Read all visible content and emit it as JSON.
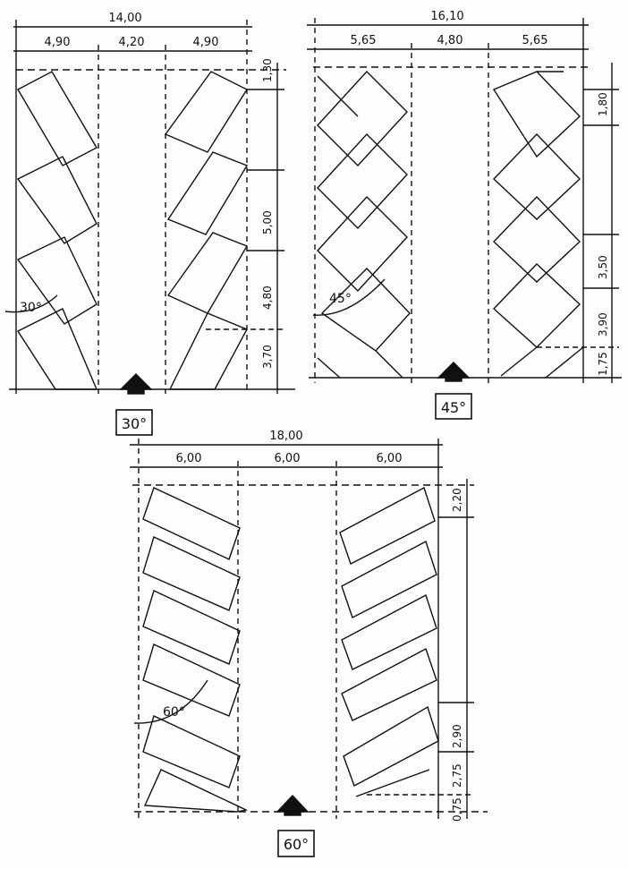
{
  "diagrams": [
    {
      "id": "30",
      "overall_width": "14,00",
      "segments": [
        "4,90",
        "4,20",
        "4,90"
      ],
      "right_dims": [
        "1,30",
        "5,00",
        "4,80",
        "3,70"
      ],
      "angle_label": "30°",
      "box_label": "30°"
    },
    {
      "id": "45",
      "overall_width": "16,10",
      "segments": [
        "5,65",
        "4,80",
        "5,65"
      ],
      "right_dims": [
        "1,80",
        "3,50",
        "3,90",
        "1,75"
      ],
      "angle_label": "45°",
      "box_label": "45°"
    },
    {
      "id": "60",
      "overall_width": "18,00",
      "segments": [
        "6,00",
        "6,00",
        "6,00"
      ],
      "right_dims": [
        "2,20",
        "2,90",
        "2,75",
        "0,75"
      ],
      "angle_label": "60°",
      "box_label": "60°"
    }
  ]
}
